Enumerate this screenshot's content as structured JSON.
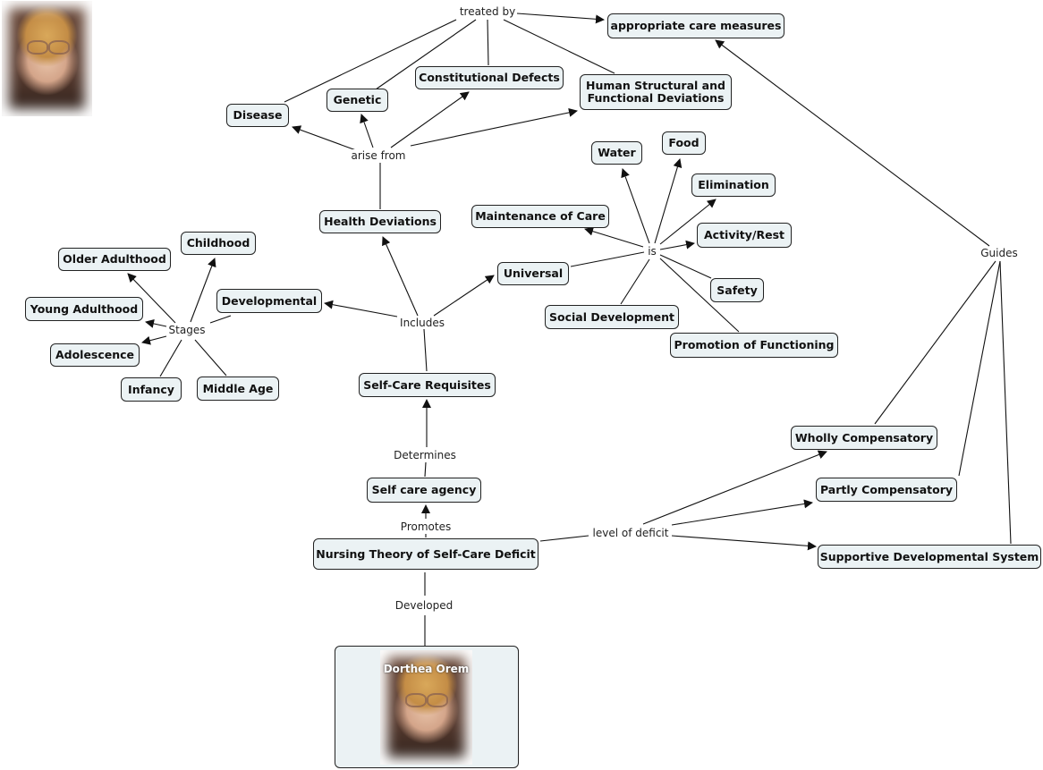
{
  "title": "Dorthea Orem Self-Care Deficit Concept Map",
  "concepts": {
    "appropriate_care": "appropriate care measures",
    "disease": "Disease",
    "genetic": "Genetic",
    "constitutional": "Constitutional Defects",
    "human_structural": "Human Structural and Functional Deviations",
    "health_deviations": "Health Deviations",
    "water": "Water",
    "food": "Food",
    "elimination": "Elimination",
    "maintenance": "Maintenance of Care",
    "activity_rest": "Activity/Rest",
    "universal": "Universal",
    "safety": "Safety",
    "social_development": "Social Development",
    "promotion": "Promotion of Functioning",
    "childhood": "Childhood",
    "older_adulthood": "Older Adulthood",
    "developmental": "Developmental",
    "young_adulthood": "Young Adulthood",
    "adolescence": "Adolescence",
    "infancy": "Infancy",
    "middle_age": "Middle Age",
    "self_care_requisites": "Self-Care Requisites",
    "self_care_agency": "Self care agency",
    "nursing_theory": "Nursing Theory of Self-Care Deficit",
    "wholly": "Wholly Compensatory",
    "partly": "Partly Compensatory",
    "supportive": "Supportive Developmental System",
    "dorthea": "Dorthea Orem"
  },
  "links": {
    "treated_by": "treated by",
    "arise_from": "arise from",
    "is": "is",
    "stages": "Stages",
    "includes": "Includes",
    "determines": "Determines",
    "promotes": "Promotes",
    "level_of_deficit": "level of deficit",
    "developed": "Developed",
    "guides": "Guides"
  },
  "colors": {
    "node_fill": "#ebf2f4",
    "node_border": "#222222",
    "line": "#111111"
  }
}
